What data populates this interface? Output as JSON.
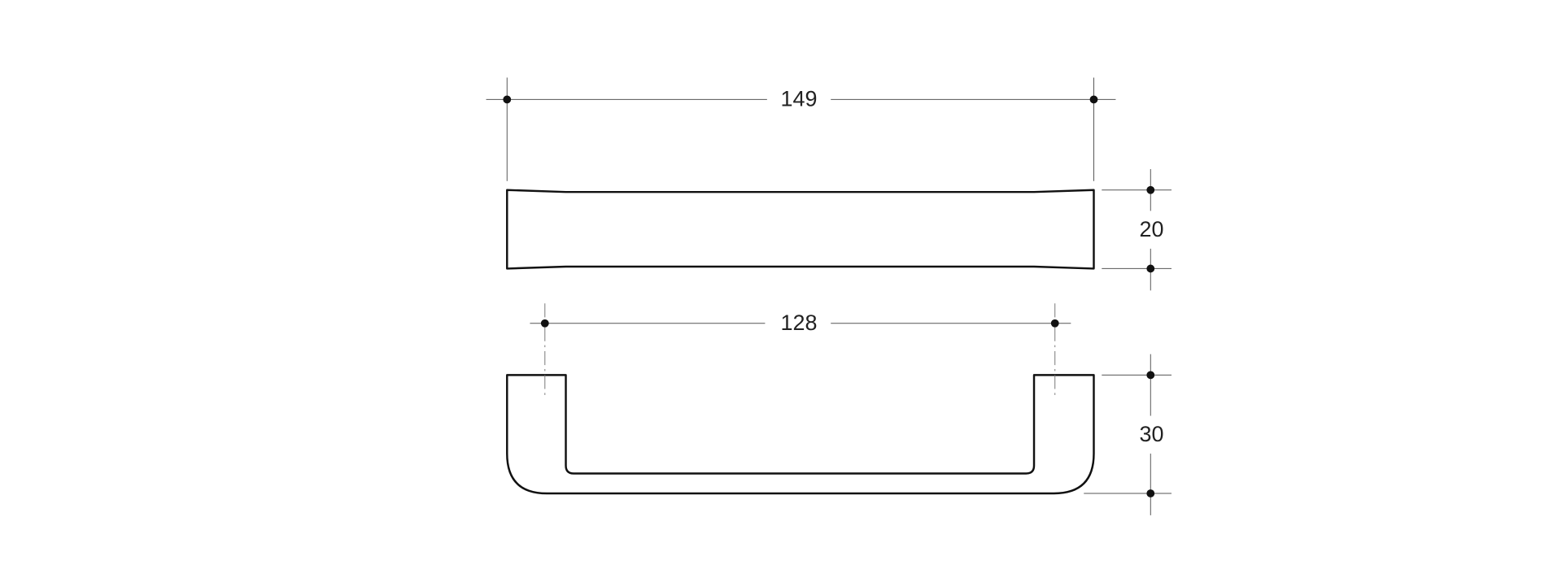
{
  "dimensions": {
    "overall_length": "149",
    "height_top_view": "20",
    "hole_spacing": "128",
    "projection_depth": "30"
  },
  "colors": {
    "line": "#111111",
    "background": "#ffffff"
  }
}
